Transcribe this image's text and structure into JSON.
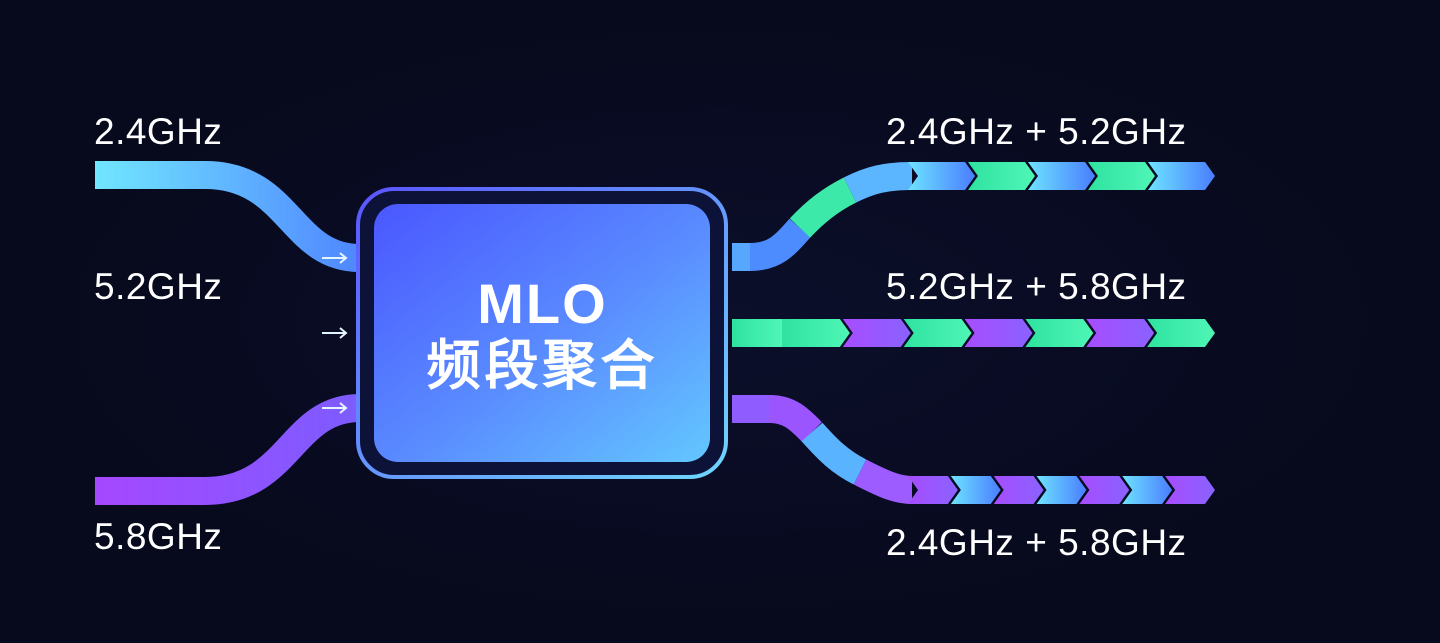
{
  "inputs": [
    {
      "label": "2.4GHz",
      "color_start": "#6fe4ff",
      "color_end": "#4f8dff"
    },
    {
      "label": "5.2GHz",
      "color_start": "#40f2a6",
      "color_end": "#2ee0a0"
    },
    {
      "label": "5.8GHz",
      "color_start": "#a24bff",
      "color_end": "#7b58ff"
    }
  ],
  "chip": {
    "title": "MLO",
    "subtitle": "频段聚合",
    "gradient": [
      "#4d63ff",
      "#62b3ff"
    ],
    "border": "#6b7dff"
  },
  "outputs": [
    {
      "label": "2.4GHz + 5.2GHz",
      "pattern": [
        "blue",
        "green",
        "blue",
        "green",
        "blue"
      ]
    },
    {
      "label": "5.2GHz + 5.8GHz",
      "pattern": [
        "green",
        "purple",
        "green",
        "purple",
        "green",
        "purple",
        "green"
      ]
    },
    {
      "label": "2.4GHz + 5.8GHz",
      "pattern": [
        "purple",
        "blue",
        "purple",
        "blue",
        "purple",
        "blue",
        "purple"
      ]
    }
  ],
  "palette": {
    "blue": "#56b0ff",
    "green": "#3cf0a8",
    "purple": "#a35cff",
    "background": "#07091c",
    "arrow": "#d8f3ff"
  },
  "icons": {
    "arrow": "right-arrow-icon",
    "chevron": "chevron-segment-icon"
  }
}
